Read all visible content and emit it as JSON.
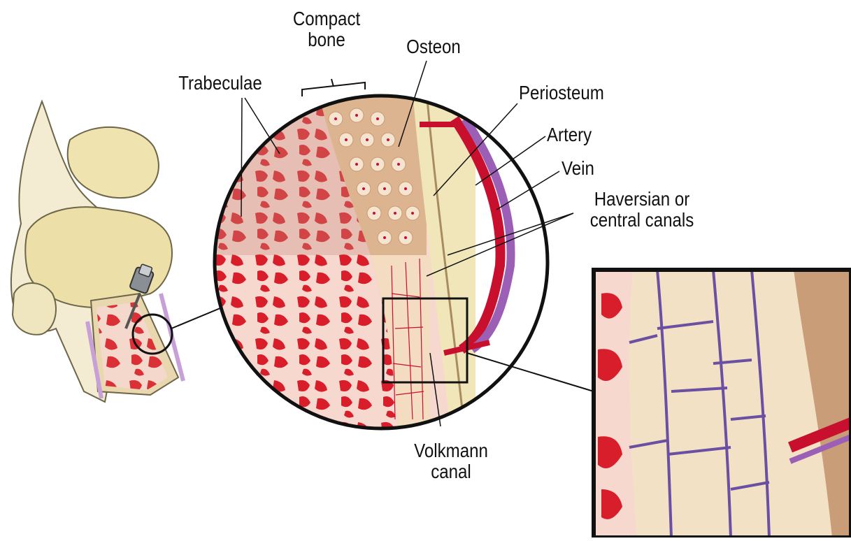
{
  "labels": {
    "compact_bone_line1": "Compact",
    "compact_bone_line2": "bone",
    "osteon": "Osteon",
    "trabeculae": "Trabeculae",
    "periosteum": "Periosteum",
    "artery": "Artery",
    "vein": "Vein",
    "haversian_line1": "Haversian or",
    "haversian_line2": "central canals",
    "volkmann_line1": "Volkmann",
    "volkmann_line2": "canal"
  },
  "colors": {
    "marrow_red": "#d81e2a",
    "bone_cream": "#f3dcc0",
    "compact_tan": "#dcb48f",
    "periosteum_beige": "#f1e6b9",
    "artery_red": "#c8102e",
    "vein_purple": "#9b5fb5",
    "outline": "#111111"
  }
}
